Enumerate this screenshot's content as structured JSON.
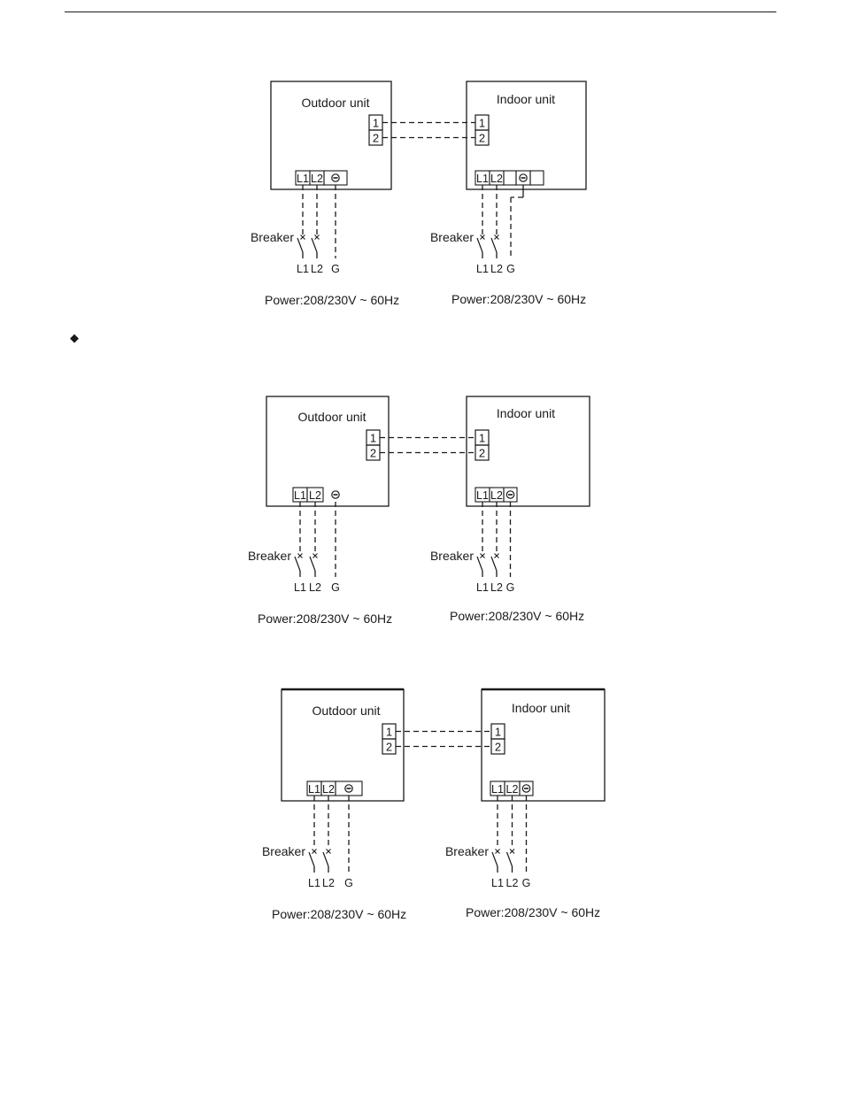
{
  "page": {
    "bullet_glyph": "◆"
  },
  "diagrams": [
    {
      "id": "diagram-1",
      "outdoor": {
        "title": "Outdoor unit",
        "signal_terminals": [
          "1",
          "2"
        ],
        "power_terminals": [
          "L1",
          "L2",
          "ground"
        ],
        "breaker_label": "Breaker",
        "supply_labels": [
          "L1",
          "L2",
          "G"
        ],
        "power_text": "Power:208/230V ~ 60Hz"
      },
      "indoor": {
        "title": "Indoor unit",
        "signal_terminals": [
          "1",
          "2"
        ],
        "power_terminals": [
          "L1",
          "L2",
          "blank",
          "ground",
          "blank"
        ],
        "breaker_label": "Breaker",
        "supply_labels": [
          "L1",
          "L2",
          "G"
        ],
        "power_text": "Power:208/230V ~ 60Hz"
      }
    },
    {
      "id": "diagram-2",
      "outdoor": {
        "title": "Outdoor unit",
        "signal_terminals": [
          "1",
          "2"
        ],
        "power_terminals": [
          "L1",
          "L2"
        ],
        "ground_separate": true,
        "breaker_label": "Breaker",
        "supply_labels": [
          "L1",
          "L2",
          "G"
        ],
        "power_text": "Power:208/230V ~ 60Hz"
      },
      "indoor": {
        "title": "Indoor unit",
        "signal_terminals": [
          "1",
          "2"
        ],
        "power_terminals": [
          "L1",
          "L2",
          "ground"
        ],
        "breaker_label": "Breaker",
        "supply_labels": [
          "L1",
          "L2",
          "G"
        ],
        "power_text": "Power:208/230V ~ 60Hz"
      }
    },
    {
      "id": "diagram-3",
      "outdoor": {
        "title": "Outdoor unit",
        "signal_terminals": [
          "1",
          "2"
        ],
        "power_terminals": [
          "L1",
          "L2",
          "ground"
        ],
        "breaker_label": "Breaker",
        "supply_labels": [
          "L1",
          "L2",
          "G"
        ],
        "power_text": "Power:208/230V ~ 60Hz"
      },
      "indoor": {
        "title": "Indoor unit",
        "signal_terminals": [
          "1",
          "2"
        ],
        "power_terminals": [
          "L1",
          "L2",
          "ground"
        ],
        "breaker_label": "Breaker",
        "supply_labels": [
          "L1",
          "L2",
          "G"
        ],
        "power_text": "Power:208/230V ~ 60Hz"
      }
    }
  ]
}
